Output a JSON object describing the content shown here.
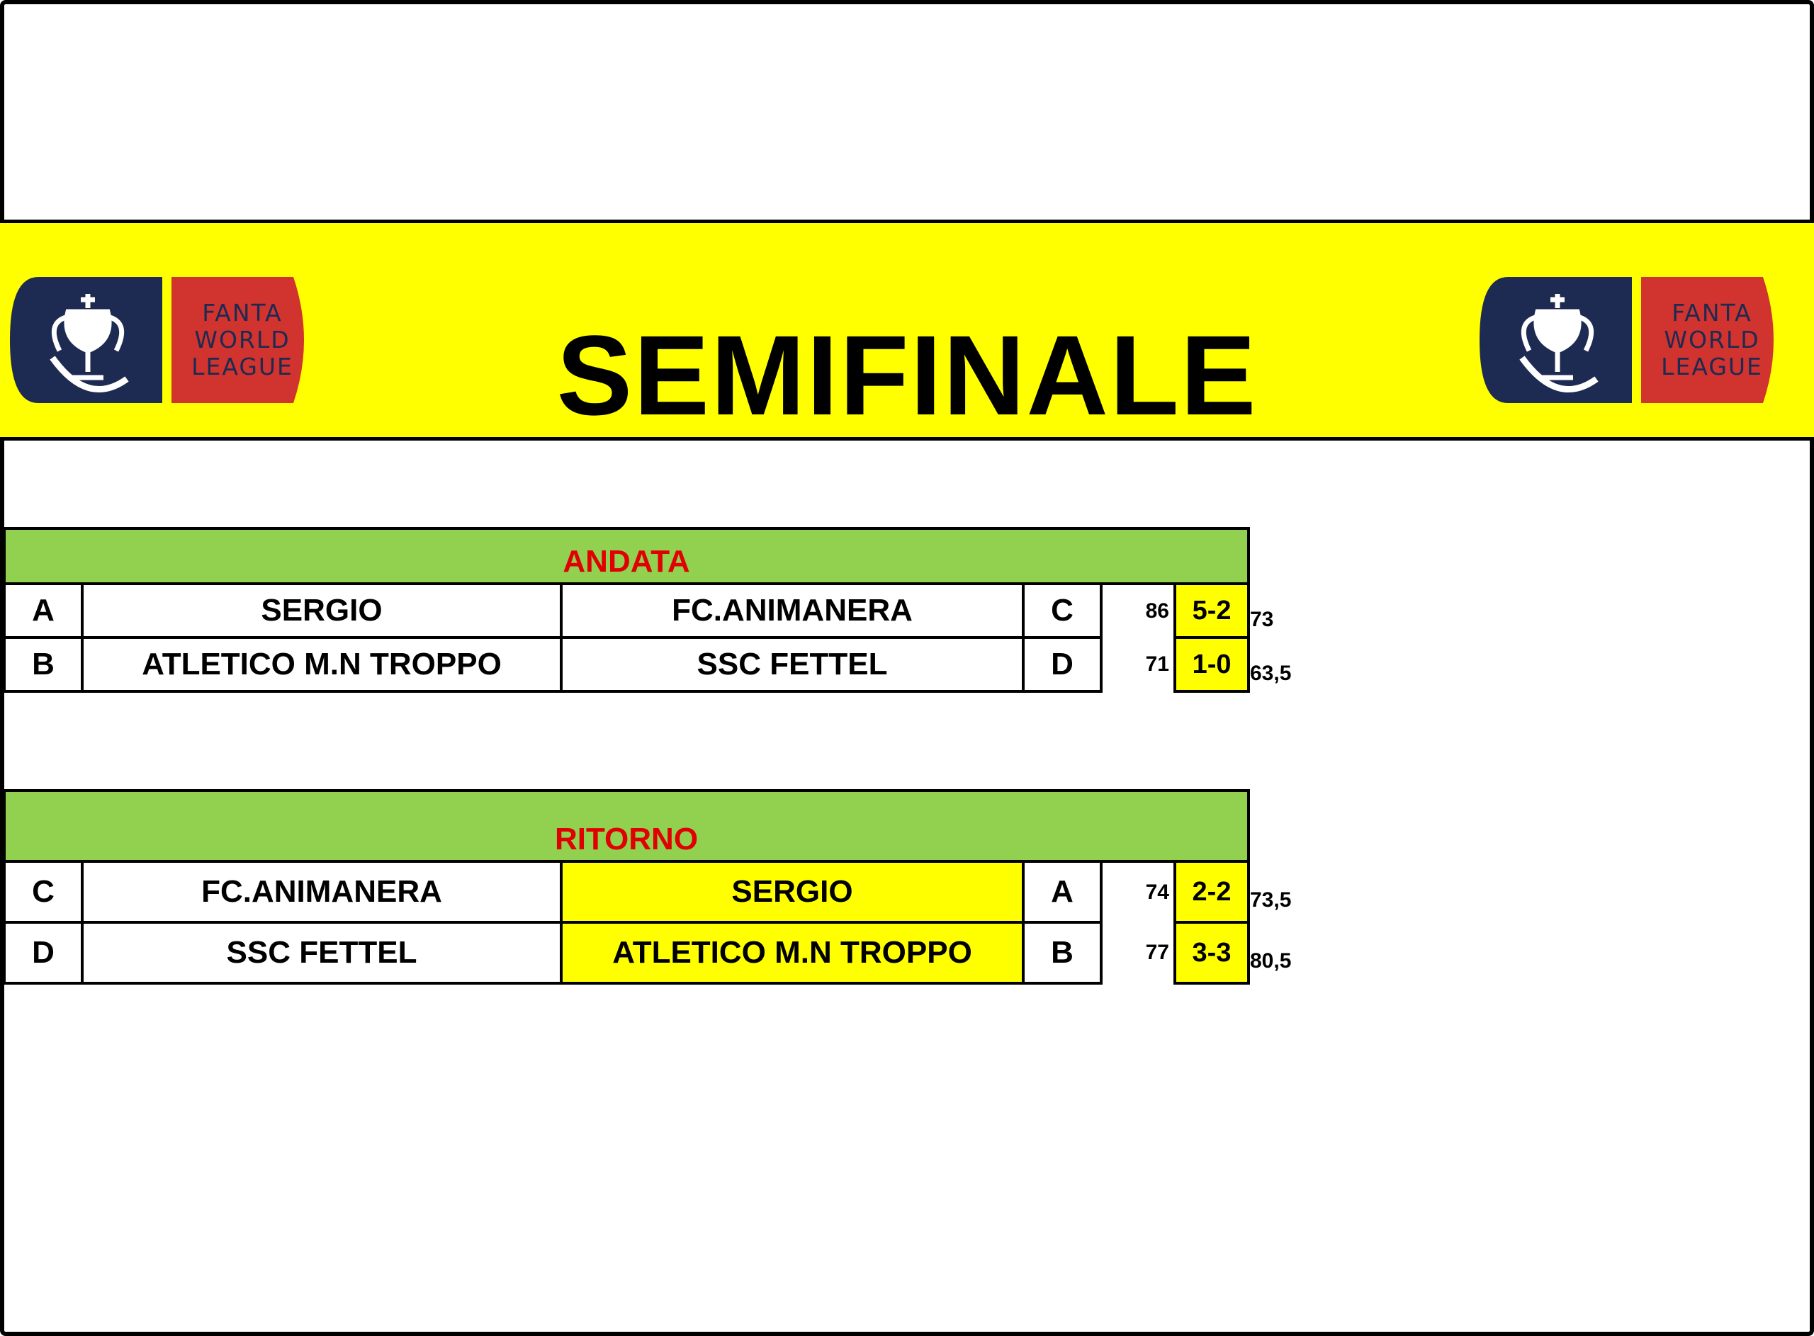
{
  "banner": {
    "title": "SEMIFINALE",
    "logo": {
      "line1": "FANTA",
      "line2": "WORLD",
      "line3": "LEAGUE"
    }
  },
  "colors": {
    "banner": "#ffff00",
    "header": "#92d050",
    "header_text": "#e00000",
    "highlight": "#ffff00"
  },
  "andata": {
    "label": "ANDATA",
    "matches": [
      {
        "home_group": "A",
        "home": "SERGIO",
        "away": "FC.ANIMANERA",
        "away_group": "C",
        "home_pts": "86",
        "score": "5-2",
        "away_pts": "73",
        "highlight": "none"
      },
      {
        "home_group": "B",
        "home": "ATLETICO M.N TROPPO",
        "away": "SSC FETTEL",
        "away_group": "D",
        "home_pts": "71",
        "score": "1-0",
        "away_pts": "63,5",
        "highlight": "none"
      }
    ]
  },
  "ritorno": {
    "label": "RITORNO",
    "matches": [
      {
        "home_group": "C",
        "home": "FC.ANIMANERA",
        "away": "SERGIO",
        "away_group": "A",
        "home_pts": "74",
        "score": "2-2",
        "away_pts": "73,5",
        "highlight": "away"
      },
      {
        "home_group": "D",
        "home": "SSC FETTEL",
        "away": "ATLETICO M.N TROPPO",
        "away_group": "B",
        "home_pts": "77",
        "score": "3-3",
        "away_pts": "80,5",
        "highlight": "away"
      }
    ]
  }
}
